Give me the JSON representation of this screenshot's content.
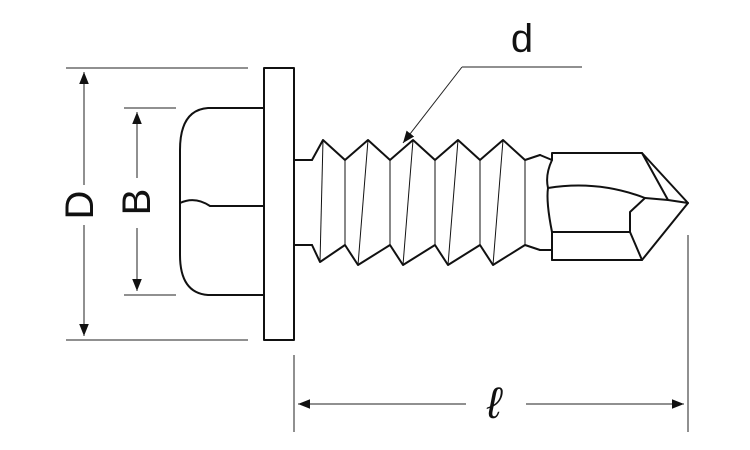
{
  "diagram": {
    "labels": {
      "D": "D",
      "B": "B",
      "d": "d",
      "l": "ℓ"
    },
    "colors": {
      "line": "#111111",
      "background": "#ffffff"
    }
  }
}
